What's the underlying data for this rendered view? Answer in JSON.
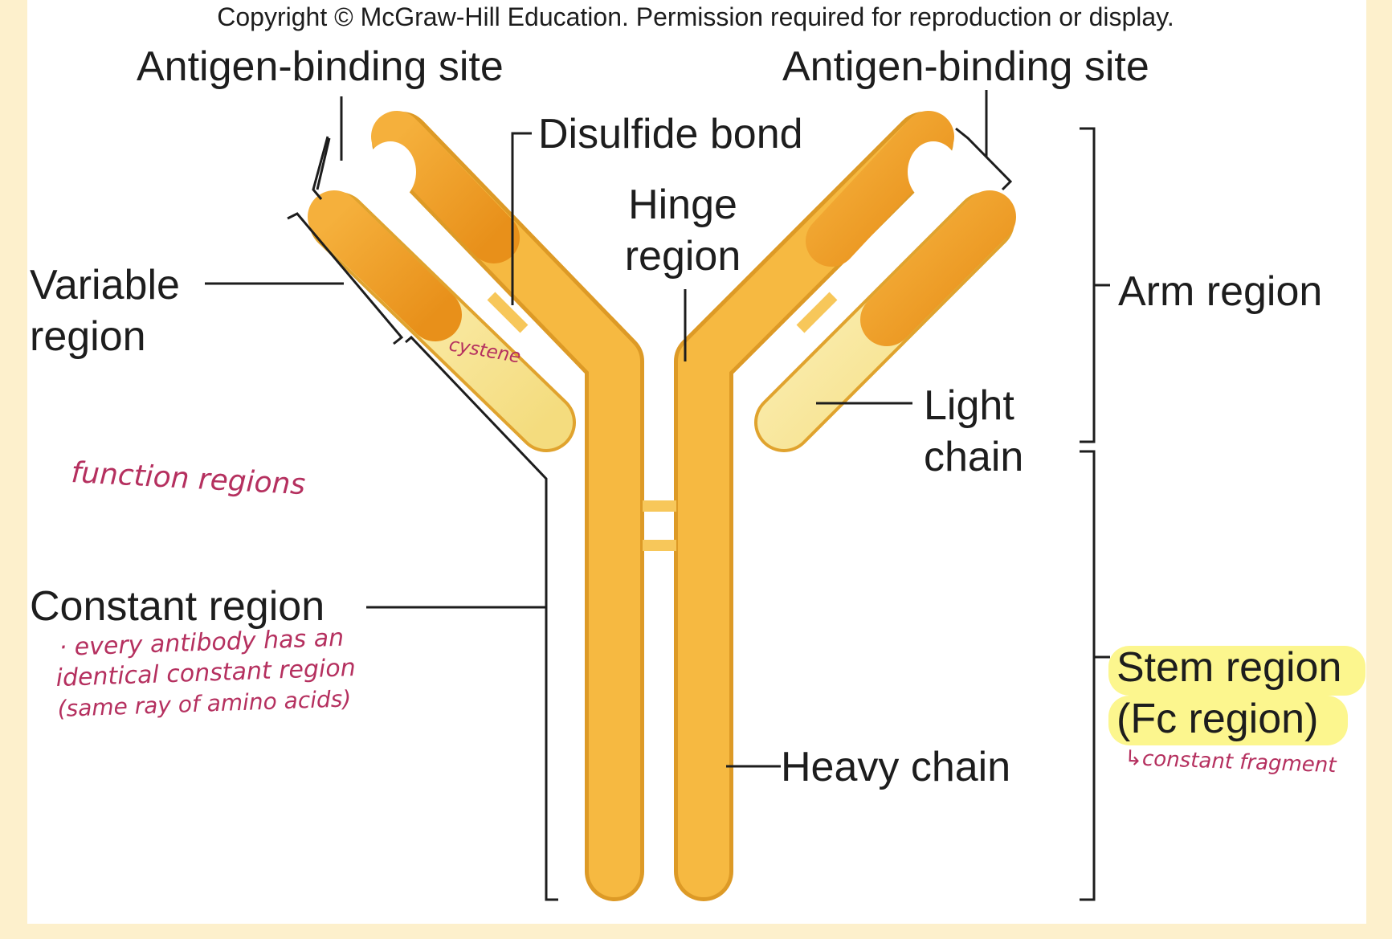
{
  "copyright": "Copyright © McGraw-Hill Education. Permission required for reproduction or display.",
  "labels": {
    "antigen_site_left": "Antigen-binding site",
    "antigen_site_right": "Antigen-binding site",
    "disulfide_bond": "Disulfide bond",
    "hinge_line1": "Hinge",
    "hinge_line2": "region",
    "variable_line1": "Variable",
    "variable_line2": "region",
    "arm_region": "Arm region",
    "light_line1": "Light",
    "light_line2": "chain",
    "constant_region": "Constant region",
    "heavy_chain": "Heavy chain",
    "stem_line1": "Stem region",
    "stem_line2": "(Fc region)"
  },
  "handwritten": {
    "cysteine": "cystene",
    "function_regions": "function regions",
    "constant_note_1": "· every antibody has an",
    "constant_note_2": "identical constant region",
    "constant_note_3": "(same ray of amino acids)",
    "fc_note": "↳constant fragment"
  },
  "colors": {
    "background": "#fdf0cc",
    "panel": "#ffffff",
    "heavy_chain": "#f5b53a",
    "variable_segment": "#ee9a1e",
    "light_constant": "#f8e89a",
    "handwriting": "#b5305f",
    "highlight": "#fbf47a",
    "lines": "#1d1d1d"
  }
}
